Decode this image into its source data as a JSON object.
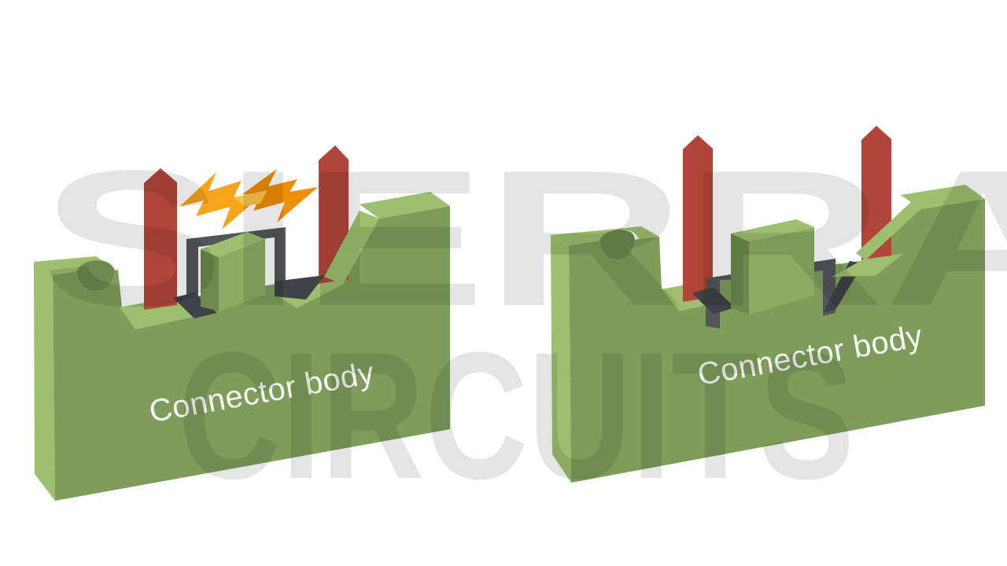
{
  "diagram": {
    "left_connector": {
      "label": "Connector body",
      "pin_count": 2,
      "has_spark_icon": true
    },
    "right_connector": {
      "label": "Connector body",
      "pin_count": 2,
      "has_spark_icon": false
    }
  },
  "watermark": {
    "line1": "SIERRA",
    "line2": "CIRCUITS"
  },
  "icons": {
    "spark": "lightning-bolt-icon"
  },
  "colors": {
    "background": "#ffffff",
    "body_green": "#7E9D5B",
    "light_green": "#9CC06F",
    "mid_green": "#8AAD62",
    "dark_green": "#6B8A4D",
    "channel_gray": "#54565A",
    "shadow_gray": "#3F4246",
    "pin_red": "#B1453A",
    "bolt_amber": "#F9A51B",
    "bolt_orange": "#EE8E02",
    "bolt_light": "#FCC44D",
    "label_white": "#F7F7F5",
    "watermark_gray": "rgba(0,0,0,0.105)"
  }
}
